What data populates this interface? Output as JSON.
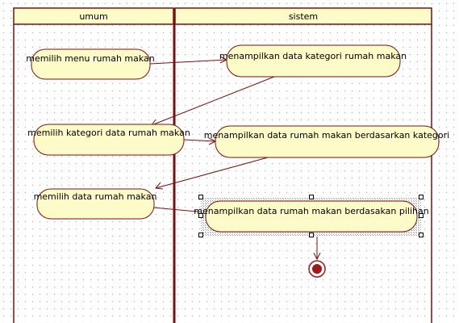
{
  "swimlanes": [
    {
      "id": "umum",
      "label": "umum"
    },
    {
      "id": "sistem",
      "label": "sistem"
    }
  ],
  "activities": [
    {
      "id": "a1",
      "label": "memilih menu rumah makan"
    },
    {
      "id": "a2",
      "label": "menampilkan data kategori rumah makan"
    },
    {
      "id": "a3",
      "label": "memilih kategori data rumah makan"
    },
    {
      "id": "a4",
      "label": "menampilkan data rumah makan berdasarkan kategori"
    },
    {
      "id": "a5",
      "label": "memilih data rumah makan"
    },
    {
      "id": "a6",
      "label": "menampilkan data rumah makan berdasakan pilihan",
      "selected": true
    }
  ],
  "flows": [
    {
      "from": "a1",
      "to": "a2"
    },
    {
      "from": "a2",
      "to": "a3"
    },
    {
      "from": "a3",
      "to": "a4"
    },
    {
      "from": "a4",
      "to": "a5"
    },
    {
      "from": "a5",
      "to": "a6"
    },
    {
      "from": "a6",
      "to": "final"
    }
  ],
  "final_node": {
    "id": "final"
  },
  "colors": {
    "lane_border": "#7a1010",
    "lane_header_fill": "#fdfbc8",
    "activity_fill": "#fdfbc8",
    "activity_border": "#7a1010",
    "flow_line": "#7a1010",
    "final_node": "#a01818"
  }
}
